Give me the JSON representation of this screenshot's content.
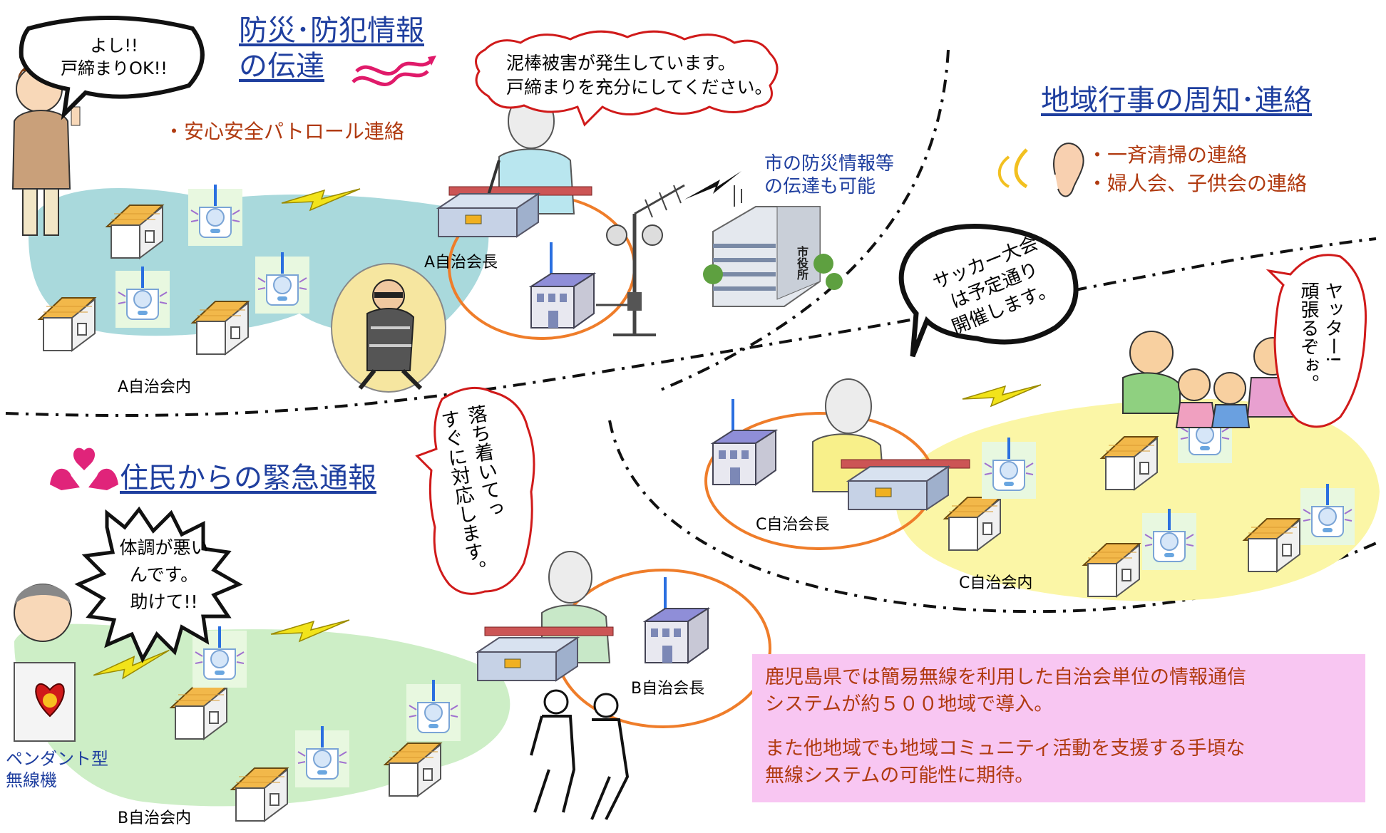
{
  "sections": {
    "disaster_crime": {
      "title_line1": "防災･防犯情報",
      "title_line2": "の伝達",
      "bullet": "・安心安全パトロール連絡",
      "bubble_resident": [
        "よし!!",
        "戸締まりOK!!"
      ],
      "bubble_leader": [
        "泥棒被害が発生しています。",
        "戸締まりを充分にしてください。"
      ],
      "city_note": [
        "市の防災情報等",
        "の伝達も可能"
      ],
      "city_hall_sign": "市役所",
      "leader_label": "A自治会長",
      "area_label": "A自治会内"
    },
    "events": {
      "title": "地域行事の周知･連絡",
      "bullets": [
        "・一斉清掃の連絡",
        "・婦人会、子供会の連絡"
      ],
      "bubble_leader": [
        "サッカー大会",
        "は予定通り",
        "開催します。"
      ],
      "bubble_family": [
        "ヤッター!",
        "頑張るぞぉ。"
      ],
      "leader_label": "C自治会長",
      "area_label": "C自治会内"
    },
    "emergency": {
      "title": "住民からの緊急通報",
      "bubble_resident": [
        "体調が悪い",
        "んです。",
        "助けて!!"
      ],
      "bubble_leader": [
        "落ち着いてっ",
        "すぐに対応します。"
      ],
      "pendant_label": [
        "ペンダント型",
        "無線機"
      ],
      "leader_label": "B自治会長",
      "area_label": "B自治会内"
    }
  },
  "summary": {
    "line1": "鹿児島県では簡易無線を利用した自治会単位の情報通信",
    "line2": "システムが約５００地域で導入。",
    "line3": "また他地域でも地域コミュニティ活動を支援する手頃な",
    "line4": "無線システムの可能性に期待。"
  },
  "colors": {
    "title_blue": "#1f3f9f",
    "text_brown": "#b03a10",
    "area_a_fill": "#a9d9dc",
    "area_b_fill": "#cdeec6",
    "area_c_fill": "#fbf6a6",
    "leader_ring": "#ef7d2a",
    "summary_bg": "#f8c6f2",
    "lightning": "#f2e31a"
  },
  "icons": [
    "house-icon",
    "radio-receiver-icon",
    "base-station-icon",
    "antenna-icon",
    "speaker-pole-icon",
    "city-hall-icon",
    "lightning-icon",
    "ear-icon",
    "hands-heart-icon",
    "pendant-icon",
    "thief-icon",
    "wave-flag-icon"
  ]
}
